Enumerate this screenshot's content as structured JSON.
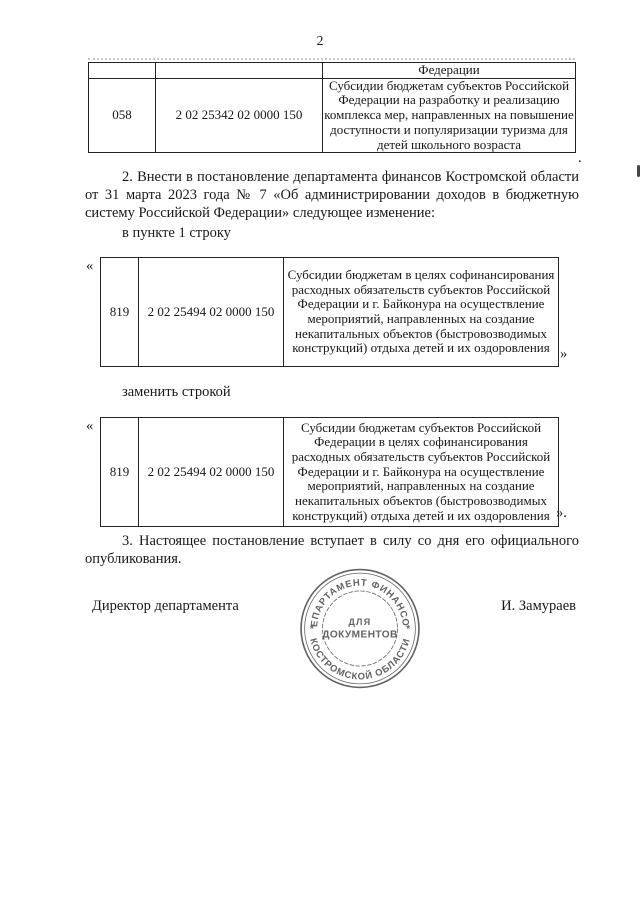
{
  "page": {
    "number": "2"
  },
  "table1": {
    "rows": [
      {
        "col1": "",
        "col2": "",
        "col3": "Федерации"
      },
      {
        "col1": "058",
        "col2": "2 02 25342 02 0000 150",
        "col3": "Субсидии бюджетам субъектов Российской Федерации на разработку и реализацию комплекса мер, направленных на повышение доступности и популяризации туризма для детей школьного возраста"
      }
    ],
    "after_mark": "."
  },
  "paragraph2": {
    "text": "2. Внести в постановление департамента финансов Костромской области от 31 марта 2023 года № 7 «Об администрировании доходов в бюджетную систему Российской Федерации» следующее изменение:",
    "subline": "в пункте 1 строку"
  },
  "table2": {
    "open_quote": "«",
    "close_quote": "»",
    "row": {
      "col1": "819",
      "col2": "2 02 25494 02 0000 150",
      "col3": "Субсидии бюджетам в целях софинансирования расходных обязательств субъектов Российской Федерации и г. Байконура на осуществление мероприятий, направленных на создание некапитальных объектов (быстровозводимых конструкций) отдыха детей и их оздоровления"
    }
  },
  "replace_label": "заменить строкой",
  "table3": {
    "open_quote": "«",
    "close_quote": "».",
    "row": {
      "col1": "819",
      "col2": "2 02 25494 02 0000 150",
      "col3": "Субсидии бюджетам субъектов Российской Федерации в целях софинансирования расходных обязательств субъектов Российской Федерации и г. Байконура на осуществление мероприятий, направленных на создание некапитальных объектов (быстровозводимых конструкций) отдыха детей и их оздоровления"
    }
  },
  "paragraph3": "3. Настоящее постановление вступает в силу со дня его официального опубликования.",
  "signature": {
    "title": "Директор департамента",
    "name": "И. Замураев"
  },
  "stamp": {
    "top_arc": "ДЕПАРТАМЕНТ ФИНАНСОВ",
    "bottom_arc": "КОСТРОМСКОЙ ОБЛАСТИ",
    "center_line1": "ДЛЯ",
    "center_line2": "ДОКУМЕНТОВ",
    "side_mark": "*",
    "ink_color": "#414141"
  }
}
